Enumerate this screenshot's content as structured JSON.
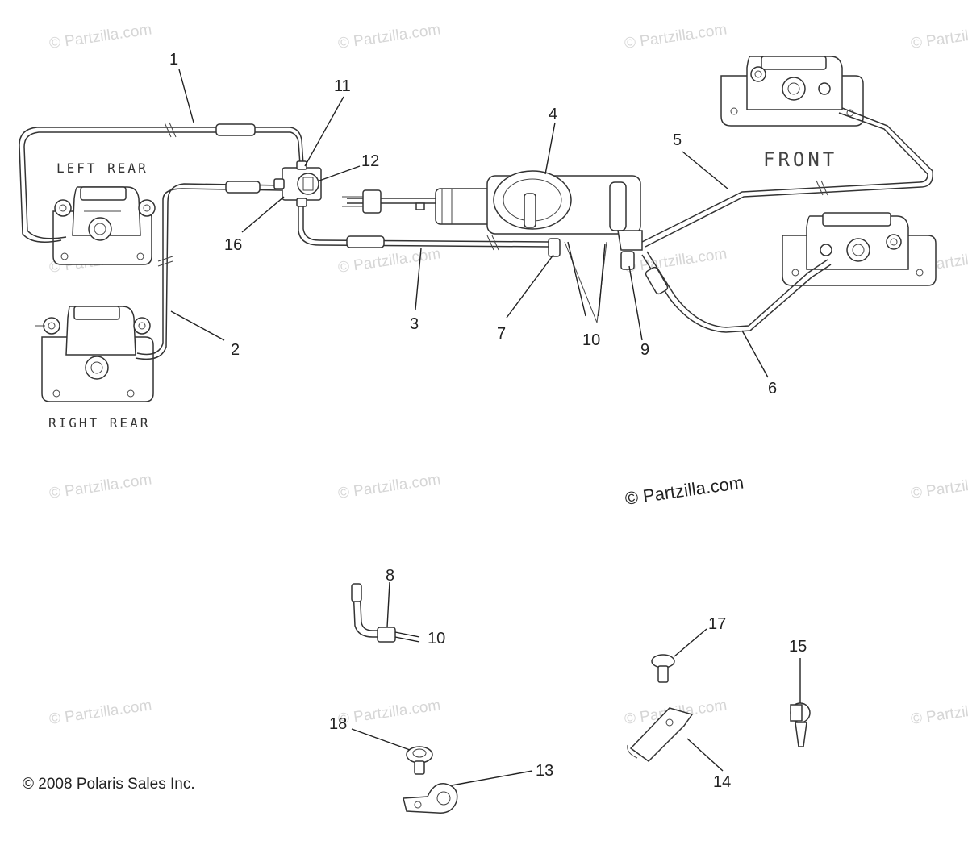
{
  "watermarks": {
    "text": "© Partzilla.com",
    "main": "© Partzilla.com"
  },
  "captions": {
    "left_rear": "LEFT REAR",
    "right_rear": "RIGHT REAR",
    "front": "FRONT"
  },
  "callouts": {
    "c1": "1",
    "c2": "2",
    "c3": "3",
    "c4": "4",
    "c5": "5",
    "c6": "6",
    "c7": "7",
    "c8": "8",
    "c9": "9",
    "c10a": "10",
    "c10b": "10",
    "c11": "11",
    "c12": "12",
    "c13": "13",
    "c14": "14",
    "c15": "15",
    "c16": "16",
    "c17": "17",
    "c18": "18"
  },
  "copyright": "© 2008 Polaris Sales Inc."
}
